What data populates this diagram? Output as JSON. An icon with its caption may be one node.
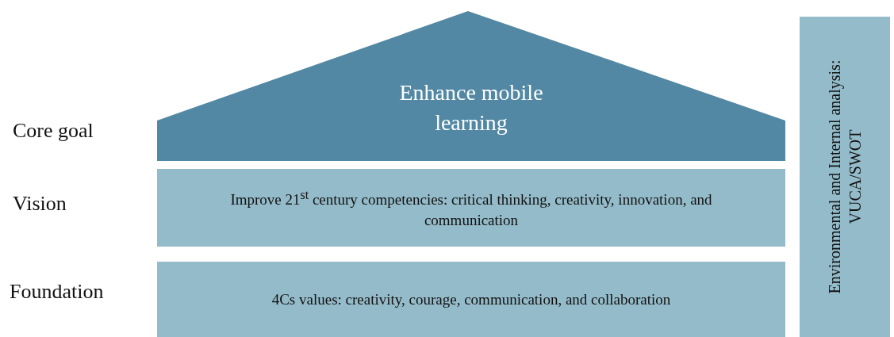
{
  "diagram": {
    "nodes": [
      {
        "text": [
          "Enhance mobile learning"
        ]
      },
      {
        "text": [
          "Improve 21$^{st}$ century competencies: critical thinking, creativity, innovation, and communication"
        ]
      },
      {
        "text": [
          "4Cs values: creativity, courage, communication, and collaboration"
        ]
      },
      {
        "text": [
          "Environmental and Internal analysis: VUCA/SWOT"
        ]
      }
    ],
    "labels": [
      "Core goal",
      "Vision",
      "Foundation"
    ]
  }
}
